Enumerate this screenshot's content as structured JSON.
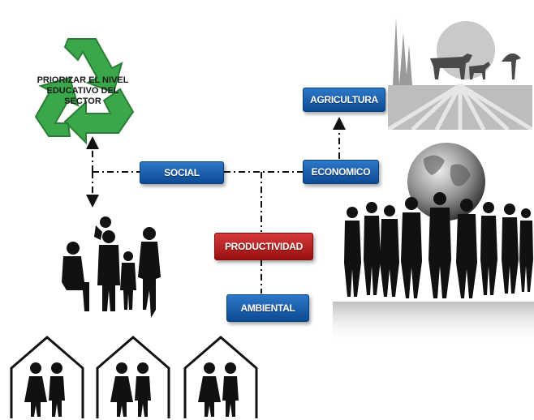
{
  "diagram": {
    "recycle_label": "PRIORIZAR EL NIVEL EDUCATIVO DEL SECTOR",
    "nodes": {
      "social": "SOCIAL",
      "economico": "ECONOMICO",
      "agricultura": "AGRICULTURA",
      "productividad": "PRODUCTIVIDAD",
      "ambiental": "AMBIENTAL"
    },
    "colors": {
      "blue_box": "#0d4a93",
      "red_box": "#b51e1e",
      "recycle_green": "#3aa84a"
    },
    "icons": [
      "recycle-icon",
      "family-silhouette",
      "house-couple-icon",
      "farm-landscape-image",
      "business-people-globe-image"
    ]
  }
}
